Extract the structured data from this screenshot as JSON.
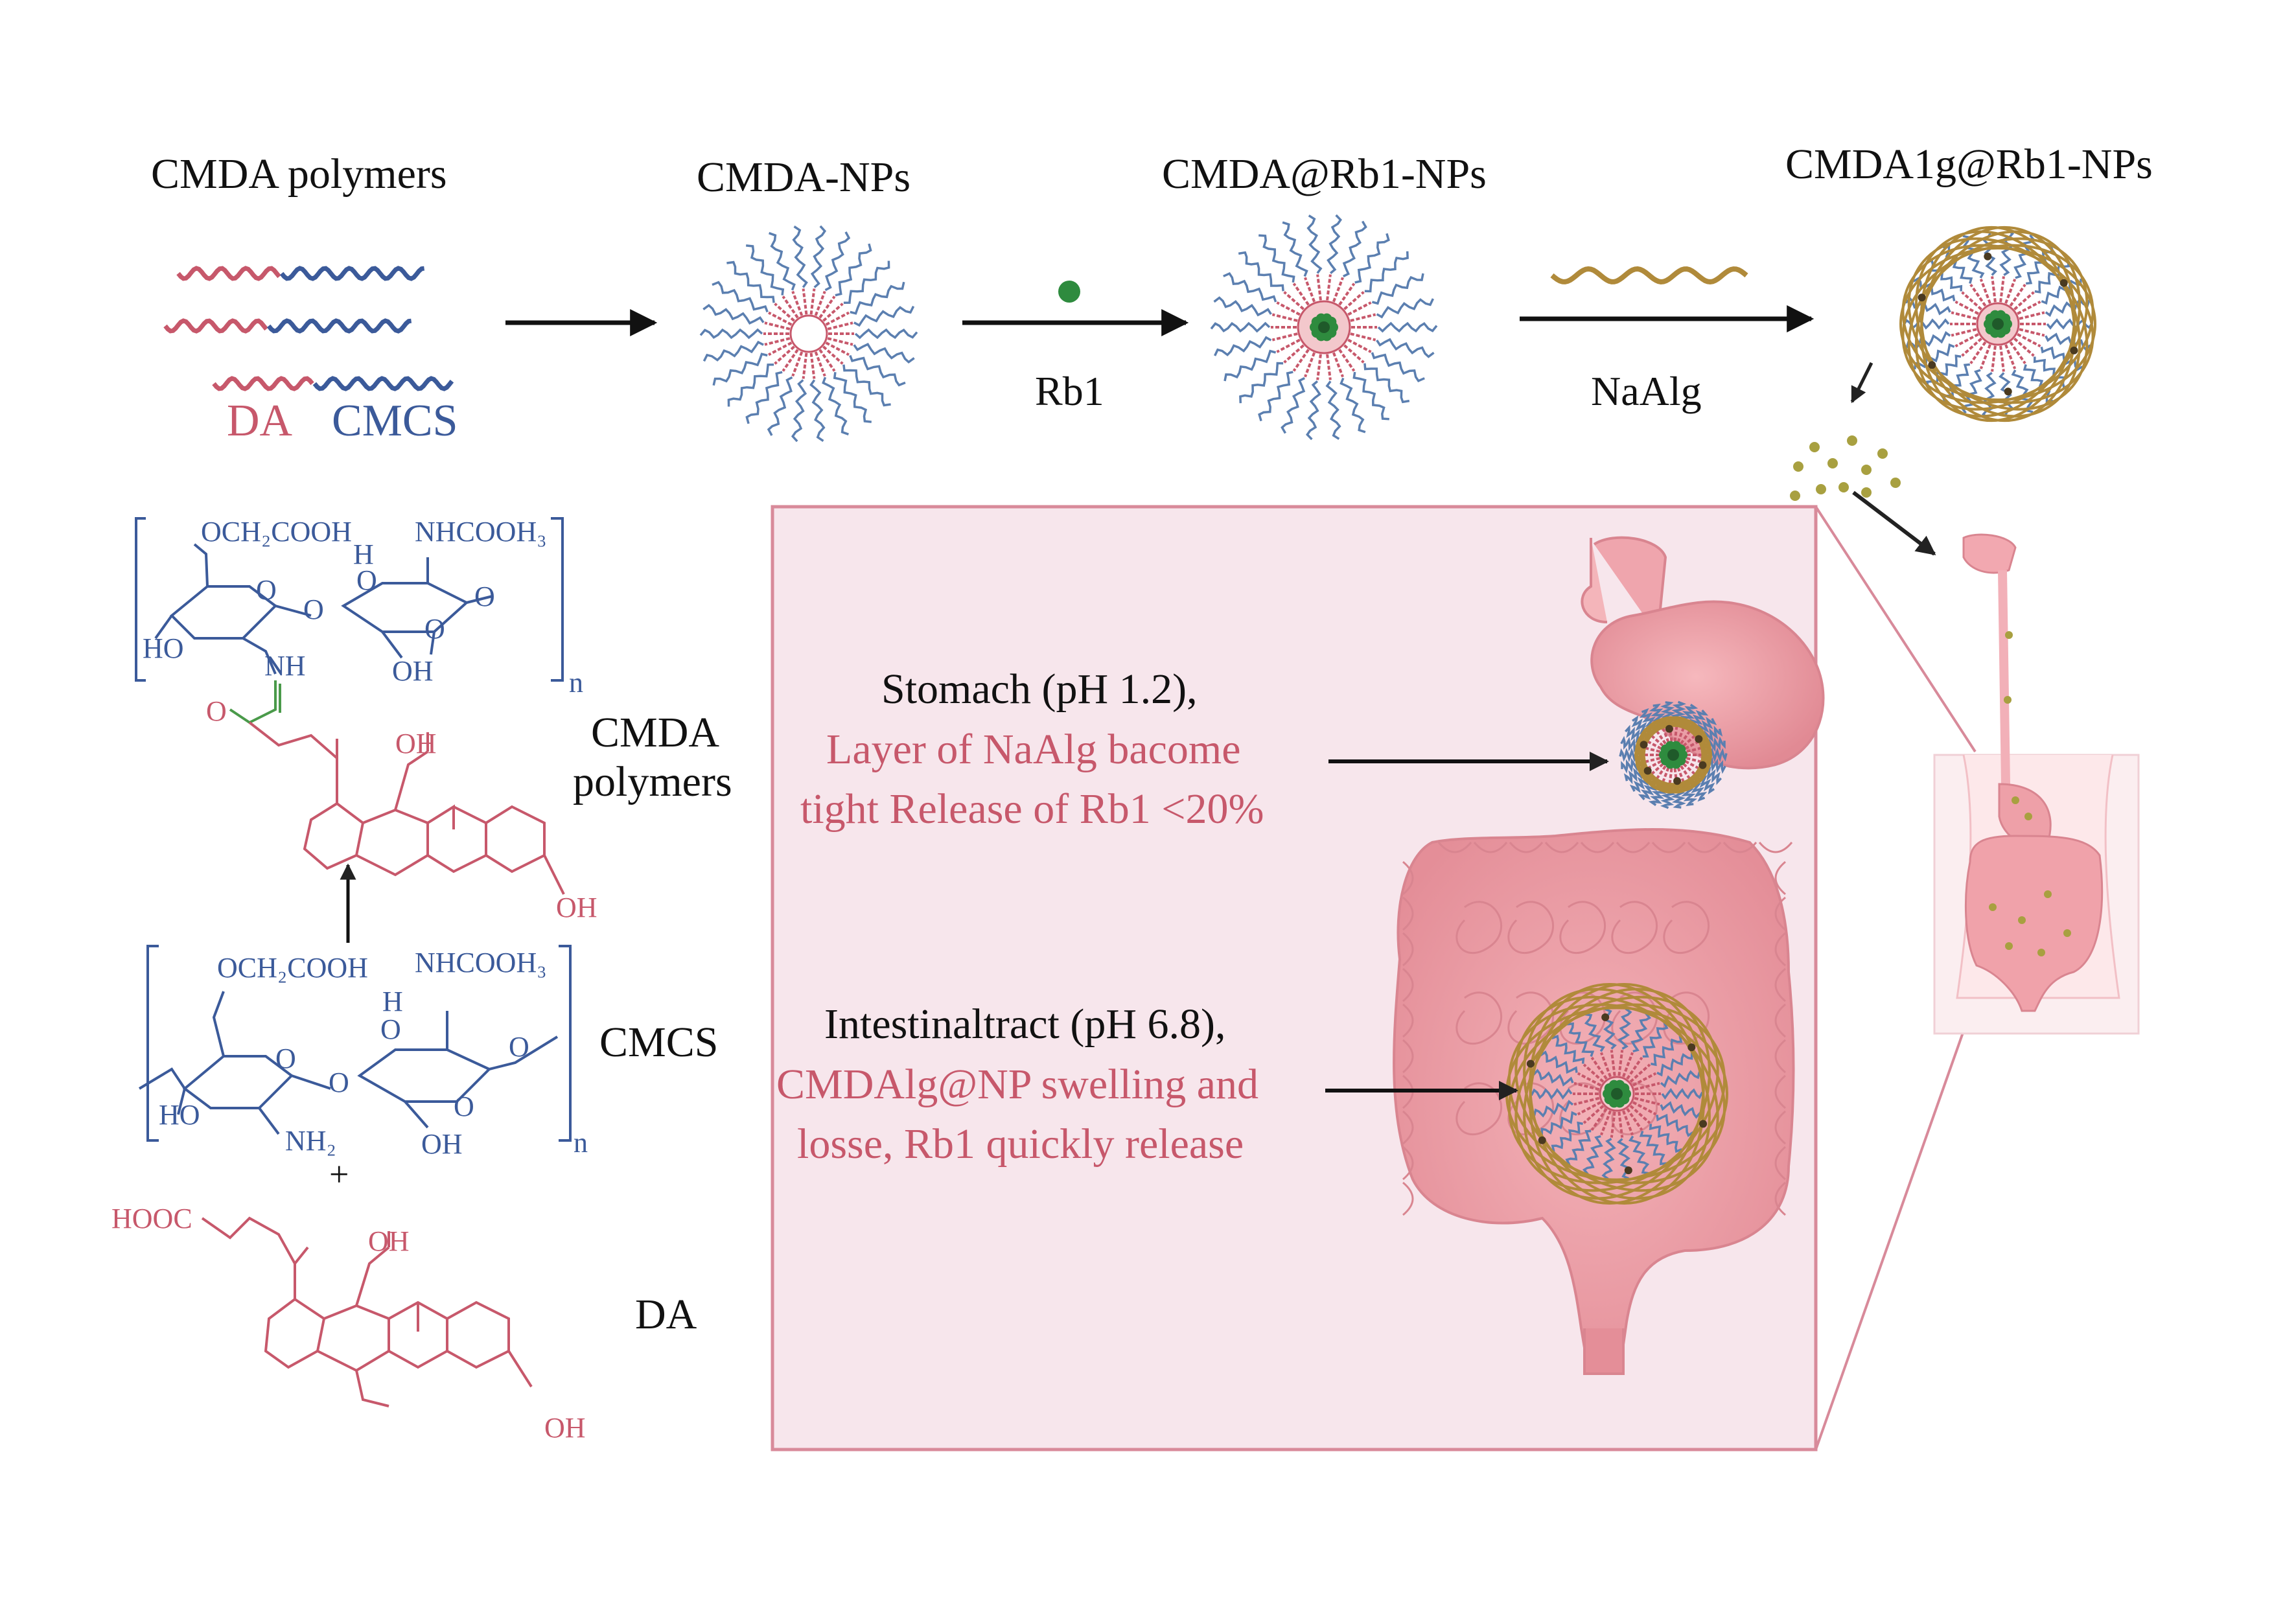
{
  "header": {
    "polymers_label": "CMDA polymers",
    "nps_label": "CMDA-NPs",
    "rb1_nps_label": "CMDA@Rb1-NPs",
    "alg_nps_label": "CMDA1g@Rb1-NPs",
    "rb1_step": "Rb1",
    "naalg_step": "NaAlg"
  },
  "legend": {
    "da": "DA",
    "cmcs": "CMCS"
  },
  "structures": {
    "cmda_top_group1": "OCH₂COOH",
    "cmda_top_group2": "NHCOOH₃",
    "ring_o": "O",
    "h": "H",
    "ho": "HO",
    "nh": "NH",
    "oh": "OH",
    "n": "n",
    "carbonyl_o": "O",
    "cmcs_nh2": "NH₂",
    "plus": "+",
    "hooc": "HOOC",
    "cmda_label_line1": "CMDA",
    "cmda_label_line2": "polymers",
    "cmcs_label": "CMCS",
    "da_label": "DA"
  },
  "panel": {
    "stomach_title": "Stomach (pH 1.2),",
    "stomach_line1": "Layer of NaAlg bacome",
    "stomach_line2": "tight Release of Rb1 <20%",
    "intestine_title": "Intestinaltract (pH 6.8),",
    "intestine_line1": "CMDAlg@NP swelling and",
    "intestine_line2": "losse, Rb1 quickly release"
  },
  "colors": {
    "da_red": "#c7586b",
    "cmcs_blue": "#3b5a9a",
    "alginate_gold": "#b08a3a",
    "rb1_green": "#2e8b3e",
    "panel_bg": "#f7e6ec",
    "organ_pink": "#eaa0a8"
  }
}
